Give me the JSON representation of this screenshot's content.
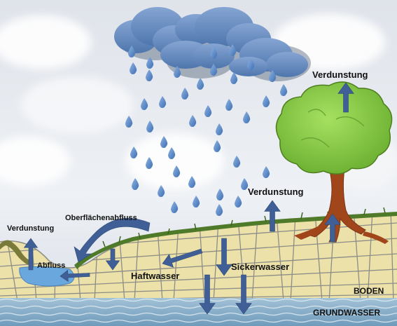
{
  "labels": {
    "evaporation_tree": "Verdunstung",
    "evaporation_ground": "Verdunstung",
    "evaporation_pond": "Verdunstung",
    "surface_runoff": "Oberflächenabfluss",
    "runoff": "Abfluss",
    "retained_water": "Haftwasser",
    "seepage_water": "Sickerwasser",
    "soil": "BODEN",
    "groundwater": "GRUNDWASSER"
  },
  "icons": {
    "cloud": "rain-cloud-icon",
    "raindrop": "raindrop-icon",
    "tree": "tree-icon",
    "arrow": "arrow-icon"
  },
  "colors": {
    "sky": "#dfe6ee",
    "cloud": "#5f87bd",
    "raindrop": "#4f7fbf",
    "arrow": "#3f5f96",
    "soil": "#ece1a8",
    "soil_lines": "#8c8c88",
    "groundwater": "#7ba6c4",
    "pond": "#6aa7dc",
    "grass": "#4f7a2a",
    "tree_crown": "#8fd04a",
    "tree_trunk": "#a0461a"
  }
}
